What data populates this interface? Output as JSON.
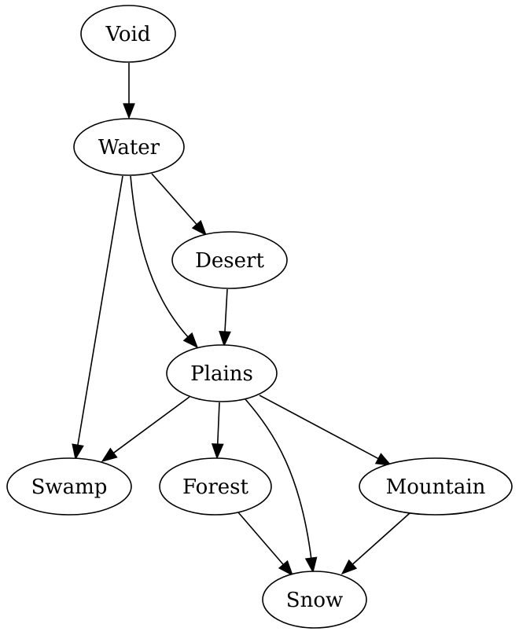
{
  "nodes": [
    {
      "id": "void",
      "label": "Void"
    },
    {
      "id": "water",
      "label": "Water"
    },
    {
      "id": "desert",
      "label": "Desert"
    },
    {
      "id": "plains",
      "label": "Plains"
    },
    {
      "id": "swamp",
      "label": "Swamp"
    },
    {
      "id": "forest",
      "label": "Forest"
    },
    {
      "id": "mountain",
      "label": "Mountain"
    },
    {
      "id": "snow",
      "label": "Snow"
    }
  ],
  "edges": [
    {
      "from": "void",
      "to": "water"
    },
    {
      "from": "water",
      "to": "desert"
    },
    {
      "from": "water",
      "to": "plains"
    },
    {
      "from": "water",
      "to": "swamp"
    },
    {
      "from": "desert",
      "to": "plains"
    },
    {
      "from": "plains",
      "to": "swamp"
    },
    {
      "from": "plains",
      "to": "forest"
    },
    {
      "from": "plains",
      "to": "snow"
    },
    {
      "from": "plains",
      "to": "mountain"
    },
    {
      "from": "forest",
      "to": "snow"
    },
    {
      "from": "mountain",
      "to": "snow"
    }
  ],
  "colors": {
    "stroke": "#000000",
    "node_fill": "#ffffff",
    "background": "#ffffff"
  }
}
